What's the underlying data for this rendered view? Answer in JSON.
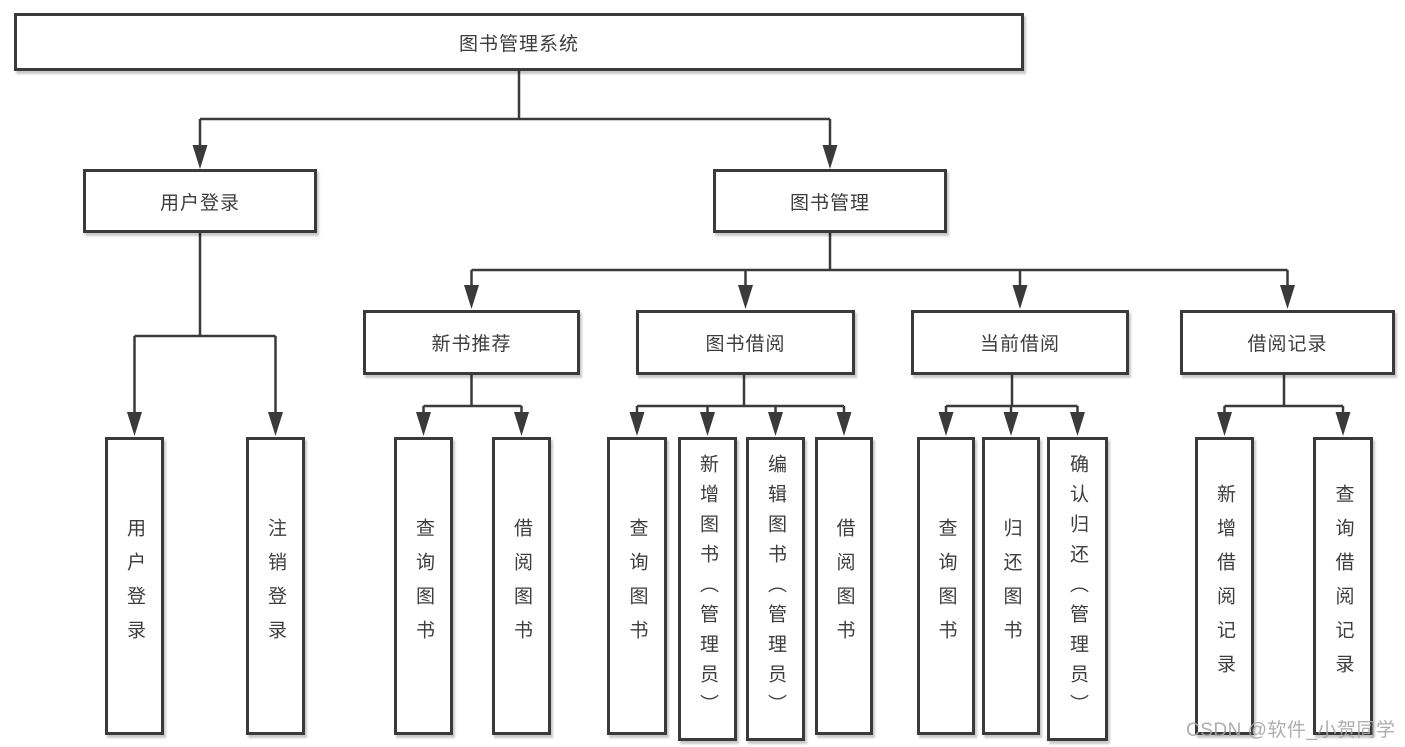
{
  "nodes": {
    "root": "图书管理系统",
    "level2": [
      "用户登录",
      "图书管理"
    ],
    "level3": [
      "新书推荐",
      "图书借阅",
      "当前借阅",
      "借阅记录"
    ],
    "leaves_login": [
      "用户登录",
      "注销登录"
    ],
    "leaves_recommend": [
      "查询图书",
      "借阅图书"
    ],
    "leaves_borrow": [
      "查询图书",
      "新增图书（管理员）",
      "编辑图书（管理员）",
      "借阅图书"
    ],
    "leaves_current": [
      "查询图书",
      "归还图书",
      "确认归还（管理员）"
    ],
    "leaves_records": [
      "新增借阅记录",
      "查询借阅记录"
    ]
  },
  "watermark": {
    "text": "CSDN @软件_小贺同学"
  },
  "colors": {
    "line": "#3a3a3a",
    "text": "#3d3d3d",
    "box_bg": "#ffffff",
    "page_bg": "#ffffff",
    "watermark": "#a8a8a8"
  }
}
